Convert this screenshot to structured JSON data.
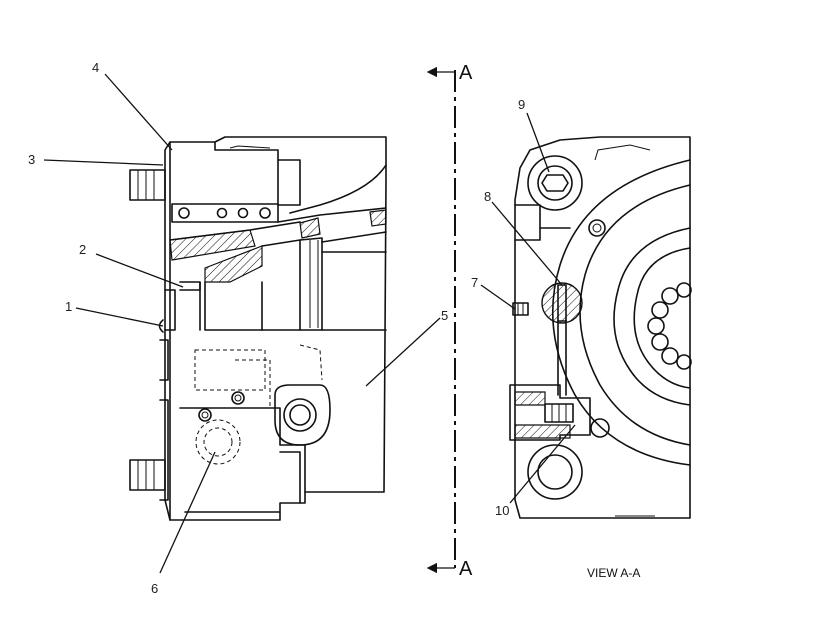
{
  "callouts": {
    "c1": "1",
    "c2": "2",
    "c3": "3",
    "c4": "4",
    "c5": "5",
    "c6": "6",
    "c7": "7",
    "c8": "8",
    "c9": "9",
    "c10": "10"
  },
  "section": {
    "top_letter": "A",
    "bottom_letter": "A"
  },
  "view_title": "VIEW A-A"
}
